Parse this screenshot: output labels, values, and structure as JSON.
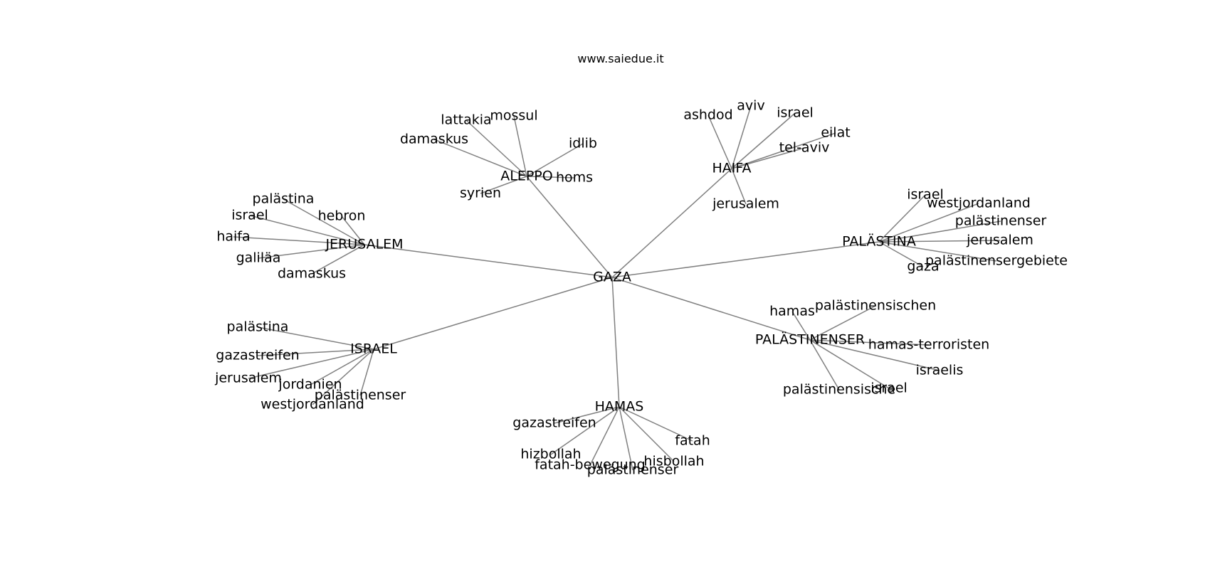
{
  "title": "www.saiedue.it",
  "graph": {
    "center": "GAZA",
    "hubs": [
      {
        "name": "ALEPPO",
        "leaves": [
          "lattakia",
          "mossul",
          "damaskus",
          "idlib",
          "homs",
          "syrien"
        ]
      },
      {
        "name": "HAIFA",
        "leaves": [
          "ashdod",
          "aviv",
          "israel",
          "eilat",
          "tel-aviv",
          "jerusalem"
        ]
      },
      {
        "name": "JERUSALEM",
        "leaves": [
          "palästina",
          "israel",
          "hebron",
          "haifa",
          "galiläa",
          "damaskus"
        ]
      },
      {
        "name": "PALÄSTINA",
        "leaves": [
          "israel",
          "westjordanland",
          "palästinenser",
          "jerusalem",
          "palästinensergebiete",
          "gaza"
        ]
      },
      {
        "name": "ISRAEL",
        "leaves": [
          "palästina",
          "gazastreifen",
          "jerusalem",
          "jordanien",
          "palästinenser",
          "westjordanland"
        ]
      },
      {
        "name": "PALÄSTINENSER",
        "leaves": [
          "hamas",
          "palästinensischen",
          "hamas-terroristen",
          "israelis",
          "palästinensische",
          "israel"
        ]
      },
      {
        "name": "HAMAS",
        "leaves": [
          "gazastreifen",
          "fatah",
          "hizbollah",
          "fatah-bewegung",
          "hisbollah",
          "palästinenser"
        ]
      }
    ]
  }
}
